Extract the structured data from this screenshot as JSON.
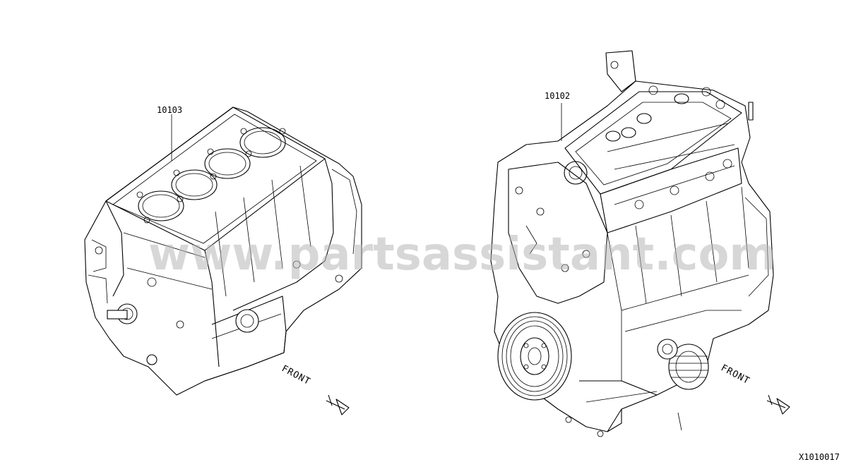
{
  "parts": [
    {
      "number": "10103"
    },
    {
      "number": "10102"
    }
  ],
  "front_labels": [
    "FRONT",
    "FRONT"
  ],
  "watermark": "www.partsassistant.com",
  "diagram_code": "X1010017"
}
